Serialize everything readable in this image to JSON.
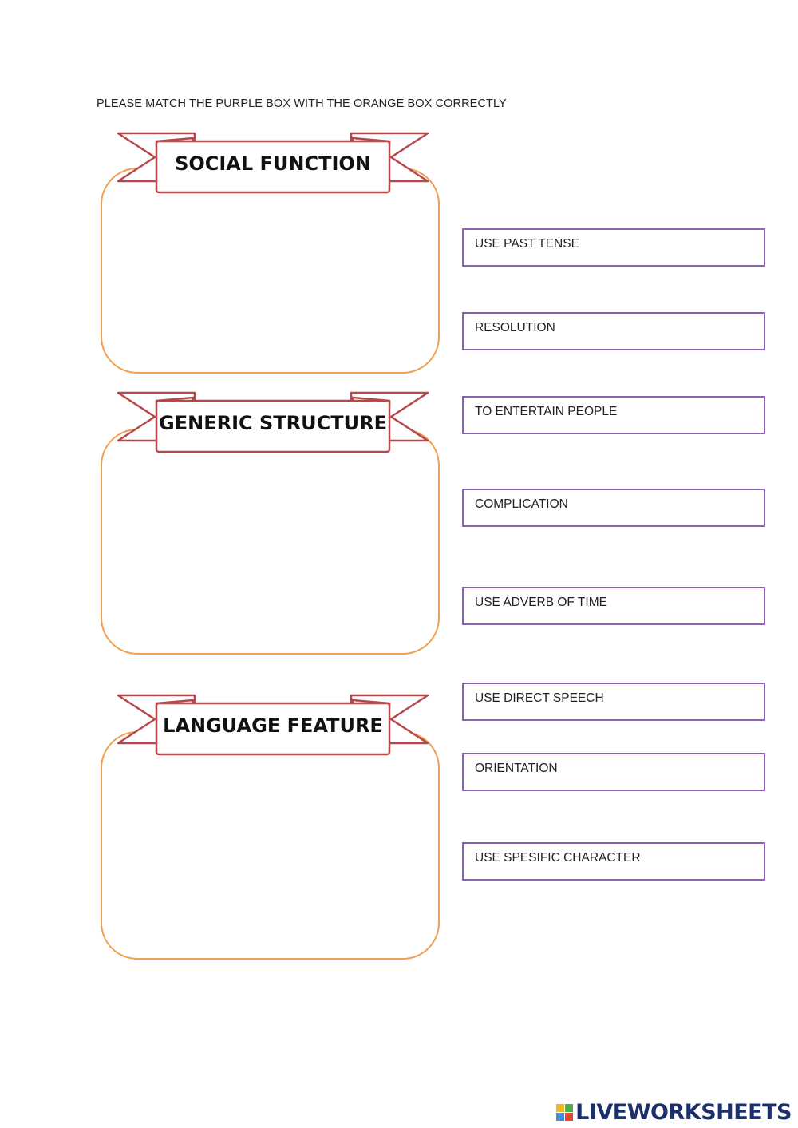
{
  "instruction": "PLEASE MATCH THE PURPLE BOX WITH THE ORANGE BOX CORRECTLY",
  "categories": [
    {
      "label": "SOCIAL FUNCTION"
    },
    {
      "label": "GENERIC STRUCTURE"
    },
    {
      "label": "LANGUAGE FEATURE"
    }
  ],
  "options": [
    {
      "label": "USE PAST TENSE"
    },
    {
      "label": "RESOLUTION"
    },
    {
      "label": "TO ENTERTAIN PEOPLE"
    },
    {
      "label": "COMPLICATION"
    },
    {
      "label": "USE ADVERB OF TIME"
    },
    {
      "label": "USE DIRECT SPEECH"
    },
    {
      "label": "ORIENTATION"
    },
    {
      "label": "USE SPESIFIC CHARACTER"
    }
  ],
  "brand": {
    "name": "LIVEWORKSHEETS",
    "icon": "liveworksheets-logo-icon",
    "color": "#1b2f6b"
  },
  "colors": {
    "orange_box": "#f0a050",
    "ribbon_stroke": "#b5484a",
    "purple_box": "#8a62b0"
  }
}
